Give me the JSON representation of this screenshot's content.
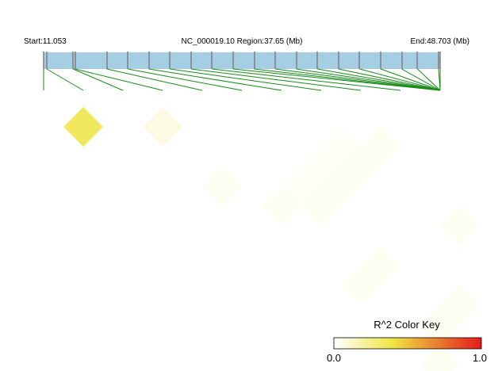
{
  "chart_data": {
    "type": "heatmap",
    "region": {
      "start_label": "Start:11.053",
      "title_label": "NC_000019.10 Region:37.65 (Mb)",
      "end_label": "End:48.703 (Mb)",
      "start_mb": 11.053,
      "end_mb": 48.703
    },
    "markers_mb": [
      11.053,
      11.353,
      13.853,
      14.053,
      17.053,
      19.053,
      21.053,
      23.053,
      25.053,
      27.053,
      29.053,
      31.053,
      33.053,
      35.053,
      37.053,
      39.053,
      41.053,
      43.053,
      45.053,
      46.553,
      48.553,
      48.703
    ],
    "r2_cells": [
      {
        "i": 0,
        "j": 2,
        "r2": 0.34
      },
      {
        "i": 2,
        "j": 4,
        "r2": 0.06
      },
      {
        "i": 2,
        "j": 7,
        "r2": 0.03
      },
      {
        "i": 3,
        "j": 9,
        "r2": 0.03
      },
      {
        "i": 4,
        "j": 10,
        "r2": 0.03
      },
      {
        "i": 5,
        "j": 10,
        "r2": 0.03
      },
      {
        "i": 6,
        "j": 10,
        "r2": 0.03
      },
      {
        "i": 7,
        "j": 10,
        "r2": 0.03
      },
      {
        "i": 4,
        "j": 9,
        "r2": 0.02
      },
      {
        "i": 5,
        "j": 9,
        "r2": 0.02
      },
      {
        "i": 6,
        "j": 9,
        "r2": 0.02
      },
      {
        "i": 3,
        "j": 13,
        "r2": 0.03
      },
      {
        "i": 4,
        "j": 13,
        "r2": 0.03
      },
      {
        "i": 4,
        "j": 16,
        "r2": 0.03
      },
      {
        "i": 5,
        "j": 16,
        "r2": 0.03
      },
      {
        "i": 3,
        "j": 17,
        "r2": 0.03
      },
      {
        "i": 7,
        "j": 14,
        "r2": 0.03
      },
      {
        "i": 10,
        "j": 15,
        "r2": 0.04
      },
      {
        "i": 11,
        "j": 15,
        "r2": 0.03
      },
      {
        "i": 11,
        "j": 17,
        "r2": 0.03
      },
      {
        "i": 12,
        "j": 17,
        "r2": 0.03
      },
      {
        "i": 13,
        "j": 17,
        "r2": 0.03
      },
      {
        "i": 11,
        "j": 16,
        "r2": 0.02
      },
      {
        "i": 12,
        "j": 16,
        "r2": 0.02
      },
      {
        "i": 18,
        "j": 20,
        "r2": 0.05
      }
    ],
    "color_key": {
      "title": "R^2 Color Key",
      "min_label": "0.0",
      "max_label": "1.0",
      "min": 0.0,
      "max": 1.0,
      "color_low": "#ffffff",
      "color_mid": "#f0e442",
      "color_high": "#e31a1c"
    },
    "colors": {
      "track_fill": "#a6cee3",
      "track_stroke": "#7f7f7f",
      "connector": "#1a8a1a"
    }
  }
}
